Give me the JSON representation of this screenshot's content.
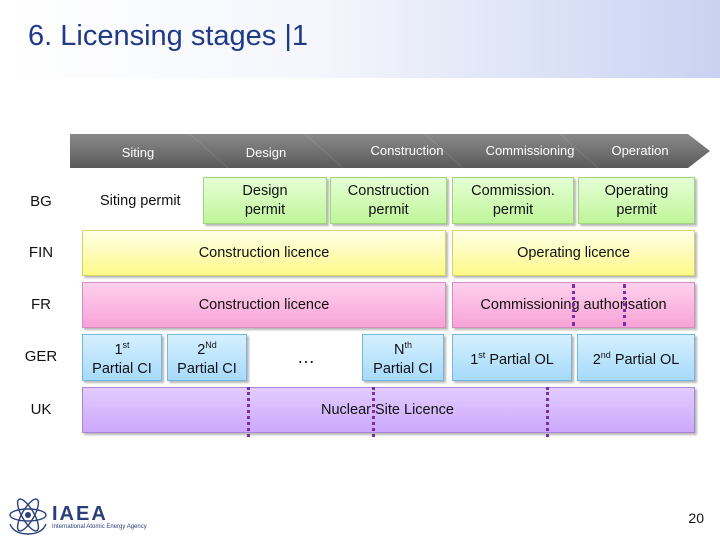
{
  "title": "6. Licensing stages |1",
  "stages": [
    "Siting",
    "Design",
    "Construction",
    "Commissioning",
    "Operation"
  ],
  "countries": [
    "BG",
    "FIN",
    "FR",
    "GER",
    "UK"
  ],
  "bg": {
    "siting_permit": "Siting permit",
    "design_l1": "Design",
    "design_l2": "permit",
    "construction_l1": "Construction",
    "construction_l2": "permit",
    "commission_l1": "Commission.",
    "commission_l2": "permit",
    "operating_l1": "Operating",
    "operating_l2": "permit"
  },
  "fin": {
    "construction": "Construction licence",
    "operating": "Operating licence"
  },
  "fr": {
    "construction": "Construction licence",
    "commissioning": "Commissioning authorisation"
  },
  "ger": {
    "p1_sup": "1",
    "p1_sup_suffix": "st",
    "p1_l2": "Partial CI",
    "p2_sup": "2",
    "p2_sup_suffix": "Nd",
    "p2_l2": "Partial CI",
    "ellipsis": "…",
    "pn_sup": "N",
    "pn_sup_suffix": "th",
    "pn_l2": "Partial CI",
    "ol1_num": "1",
    "ol1_suffix": "st",
    "ol1_text": " Partial OL",
    "ol2_num": "2",
    "ol2_suffix": "nd",
    "ol2_text": " Partial OL"
  },
  "uk": {
    "licence": "Nuclear Site Licence"
  },
  "page_number": "20",
  "logo": {
    "name": "IAEA",
    "sub": "International Atomic Energy Agency"
  },
  "colors": {
    "title": "#1f3a86",
    "arrow": "#666666",
    "dotted_line": "#7a2da8"
  }
}
